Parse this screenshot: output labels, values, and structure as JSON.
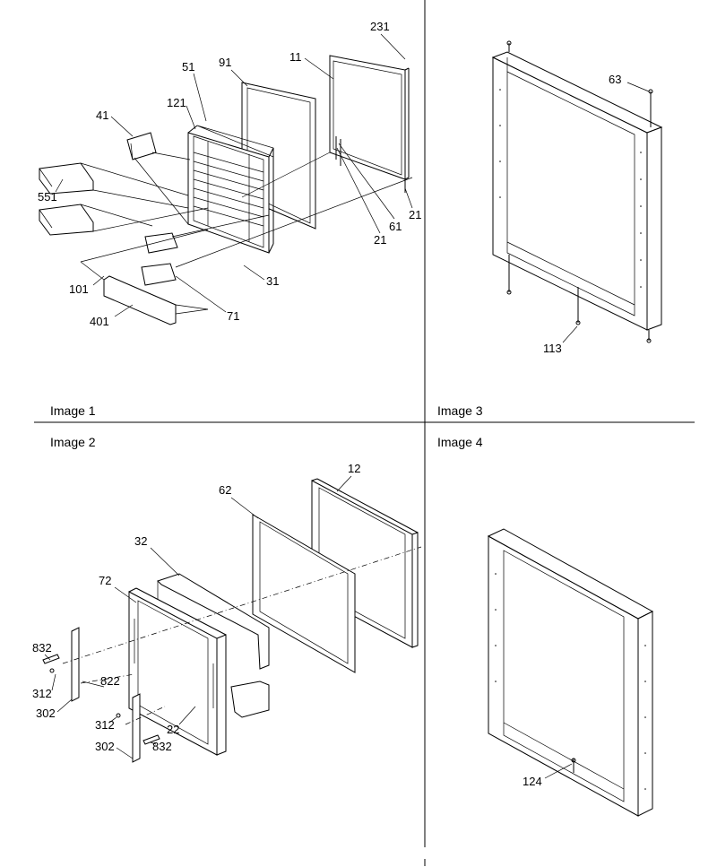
{
  "panels": [
    {
      "id": "p1",
      "caption": "Image 1"
    },
    {
      "id": "p2",
      "caption": "Image 2"
    },
    {
      "id": "p3",
      "caption": "Image 3"
    },
    {
      "id": "p4",
      "caption": "Image 4"
    }
  ],
  "callouts": {
    "p1": [
      "231",
      "91",
      "11",
      "51",
      "121",
      "41",
      "551",
      "61",
      "21",
      "21",
      "101",
      "31",
      "401",
      "71"
    ],
    "p2": [
      "12",
      "62",
      "32",
      "72",
      "832",
      "312",
      "822",
      "302",
      "312",
      "22",
      "302",
      "832"
    ],
    "p3": [
      "63",
      "113"
    ],
    "p4": [
      "124"
    ]
  }
}
